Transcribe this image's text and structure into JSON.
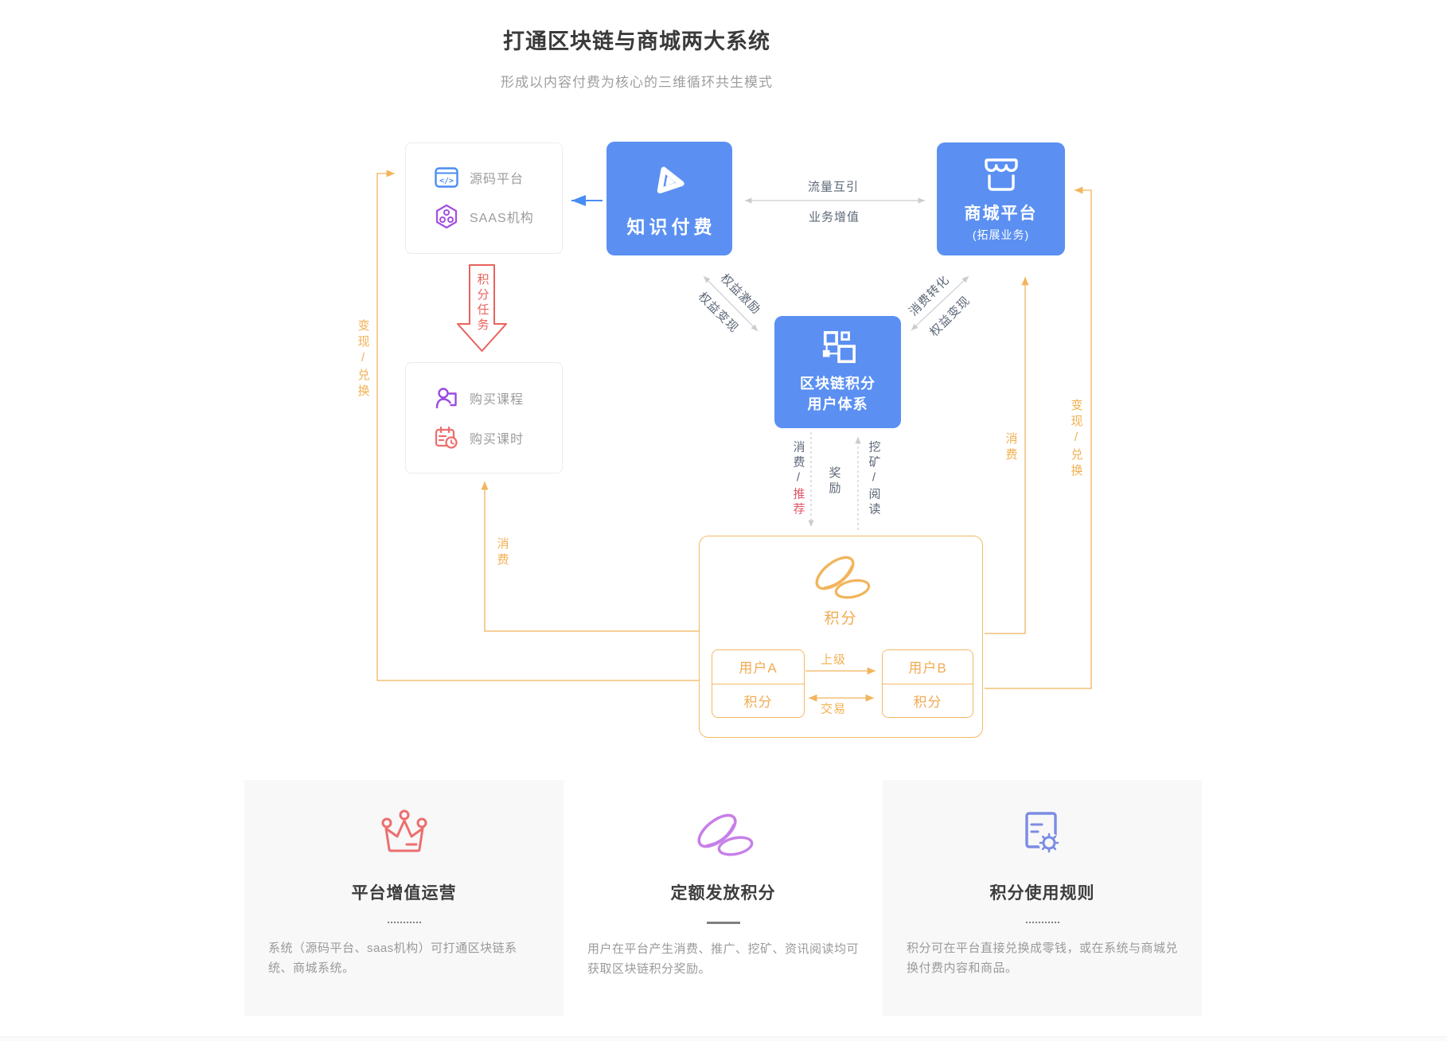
{
  "header": {
    "title": "打通区块链与商城两大系统",
    "subtitle": "形成以内容付费为核心的三维循环共生模式"
  },
  "diagram": {
    "sources_box": {
      "items": [
        {
          "icon": "code-window-icon",
          "label": "源码平台"
        },
        {
          "icon": "hexagon-nodes-icon",
          "label": "SAAS机构"
        }
      ]
    },
    "knowledge_box": {
      "icon": "play-icon",
      "label": "知识付费"
    },
    "mall_box": {
      "icon": "storefront-icon",
      "label": "商城平台",
      "sublabel": "(拓展业务)"
    },
    "chain_box": {
      "icon": "blockchain-icon",
      "label_line1": "区块链积分",
      "label_line2": "用户体系"
    },
    "purchase_box": {
      "items": [
        {
          "icon": "user-card-icon",
          "label": "购买课程"
        },
        {
          "icon": "calendar-clock-icon",
          "label": "购买课时"
        }
      ]
    },
    "points_box": {
      "icon": "coins-icon",
      "label": "积分",
      "user_a": {
        "name": "用户A",
        "value": "积分"
      },
      "user_b": {
        "name": "用户B",
        "value": "积分"
      },
      "superior_label": "上级",
      "trade_label": "交易"
    },
    "edges": {
      "traffic_top": "流量互引",
      "traffic_bottom": "业务增值",
      "rights_incentive": "权益激励",
      "rights_cash_left": "权益变现",
      "consume_convert": "消费转化",
      "rights_cash_right": "权益变现",
      "points_task": "积分任务",
      "consume_slash": "消费/",
      "promote": "推荐",
      "reward": "奖励",
      "mining_reading": "挖矿/阅读",
      "cash_exchange_left": "变现/兑换",
      "consume_left": "消费",
      "consume_right": "消费",
      "cash_exchange_right": "变现/兑换"
    }
  },
  "cards": [
    {
      "icon": "crown-icon",
      "title": "平台增值运营",
      "desc": "系统（源码平台、saas机构）可打通区块链系统、商城系统。",
      "accent": "#ed6e6e"
    },
    {
      "icon": "coins-outline-icon",
      "title": "定额发放积分",
      "desc": "用户在平台产生消费、推广、挖矿、资讯阅读均可获取区块链积分奖励。",
      "accent": "#c77fe8"
    },
    {
      "icon": "document-gear-icon",
      "title": "积分使用规则",
      "desc": "积分可在平台直接兑换成零钱，或在系统与商城兑换付费内容和商品。",
      "accent": "#7b8ce4"
    }
  ],
  "colors": {
    "primary_blue": "#5b90f2",
    "arrow_blue": "#4a8cf5",
    "accent_yellow": "#f2b45c",
    "accent_red": "#e8625d",
    "accent_purple": "#a44ee0",
    "label_gray": "#5d6877",
    "line_gray": "#c9ccd1"
  }
}
